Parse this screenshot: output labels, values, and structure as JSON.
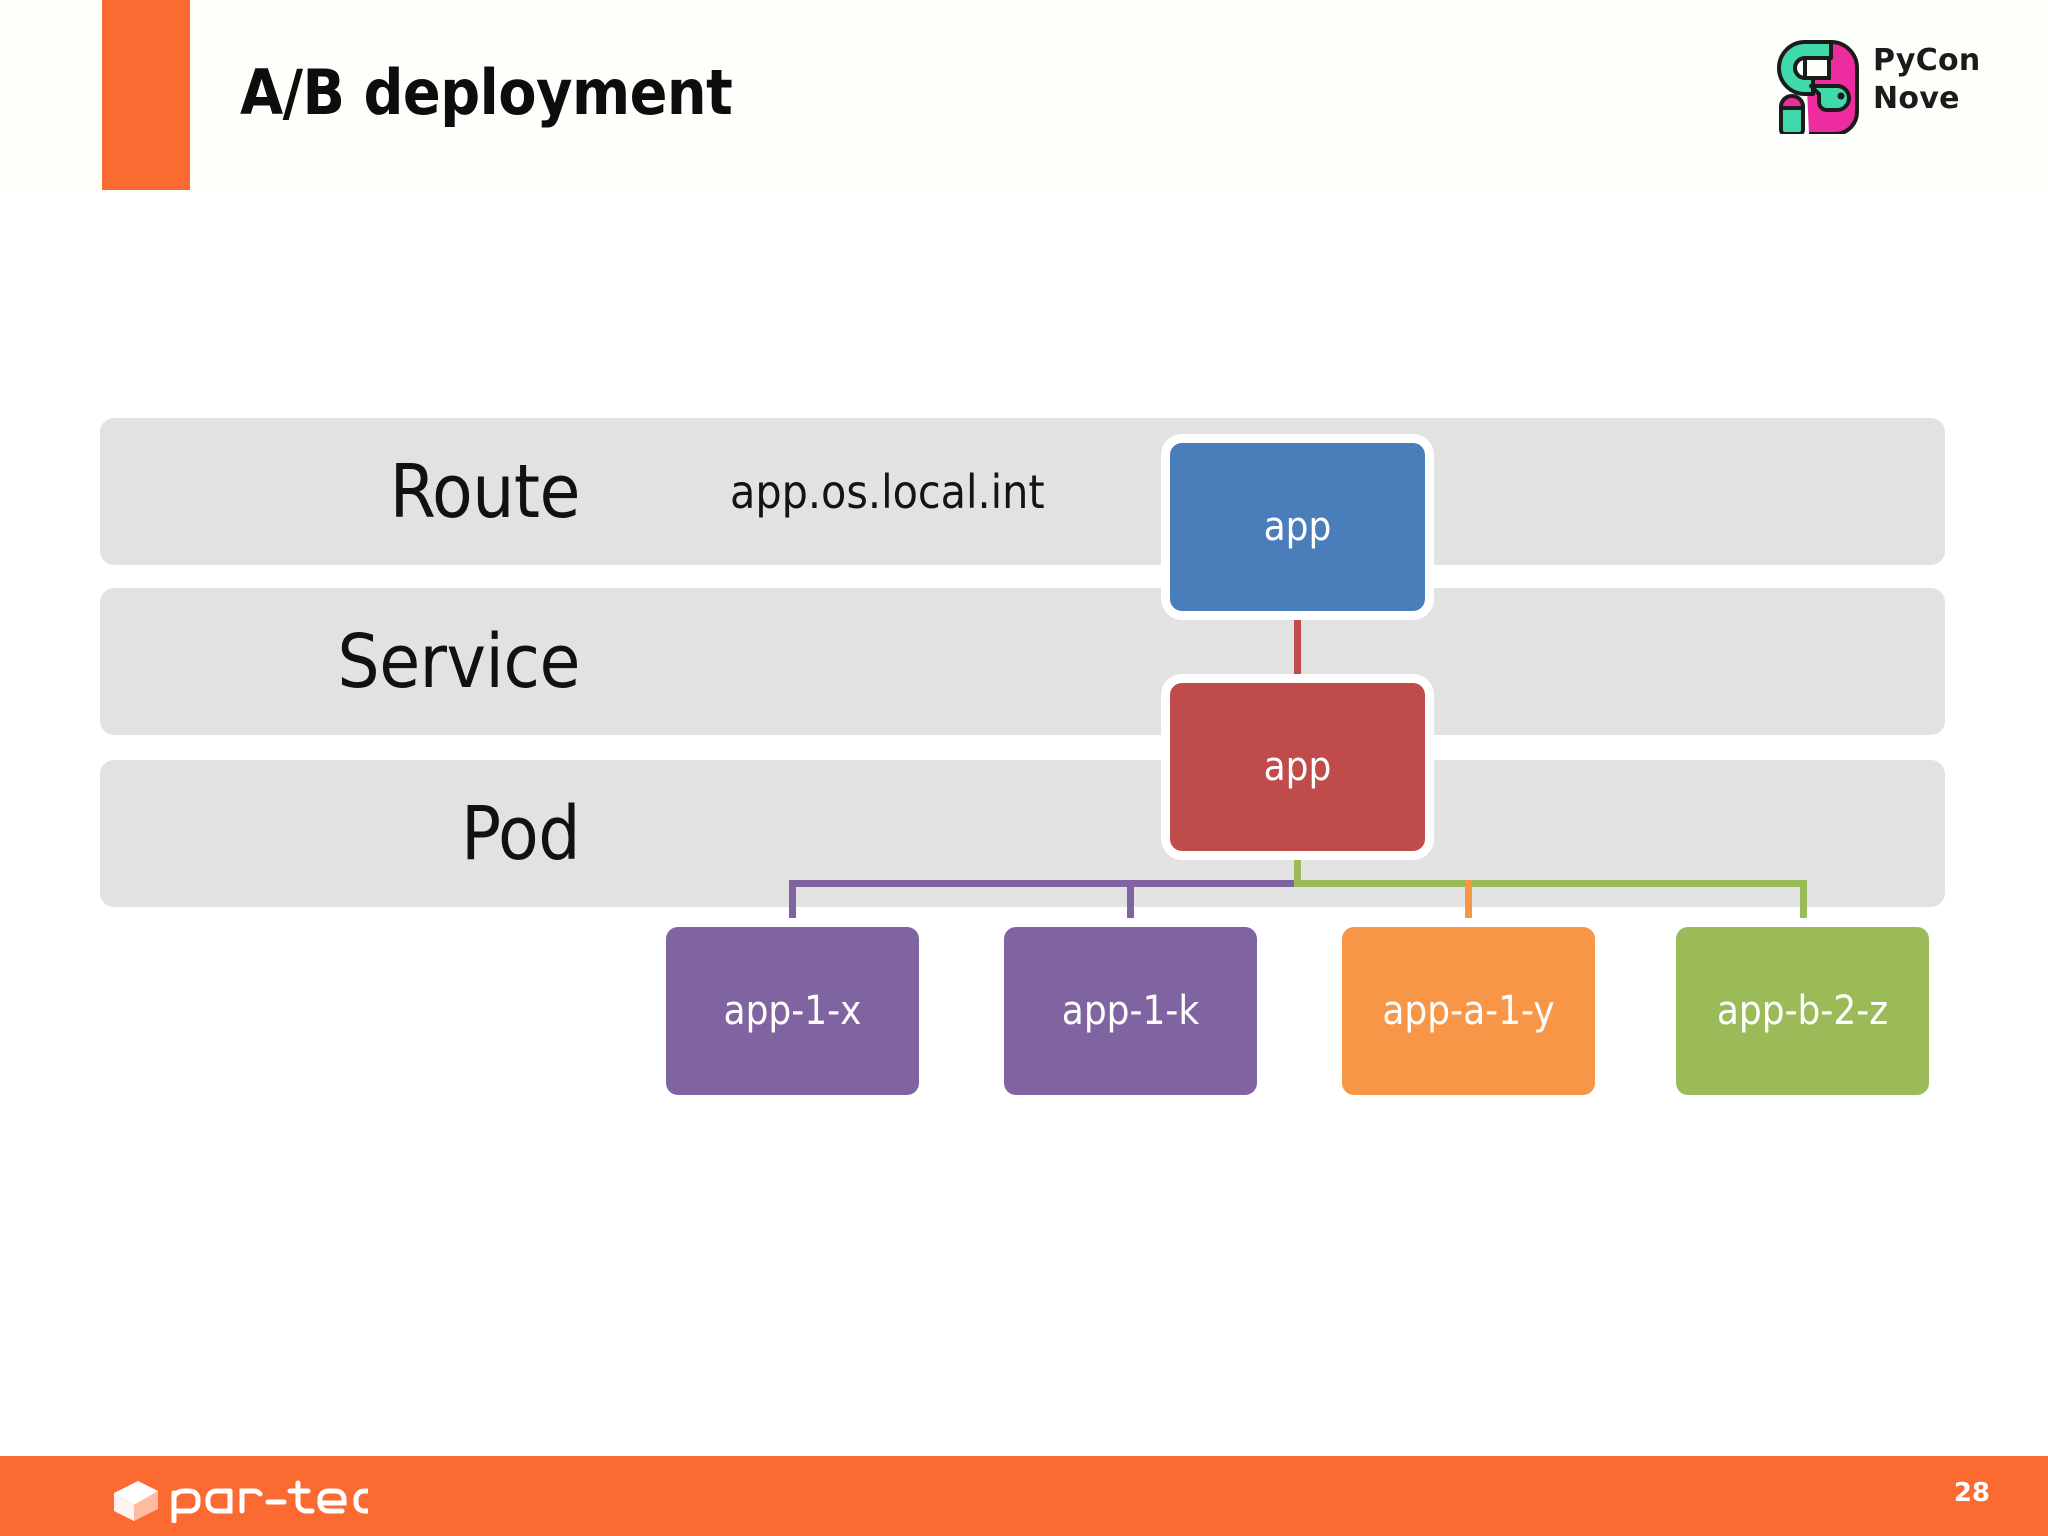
{
  "slide": {
    "title": "A/B deployment",
    "page_number": "28",
    "accent_color": "#fb6a31",
    "header_background": "#fcfffa"
  },
  "brand": {
    "conference_logo": {
      "icon": "pycon-nove-snake-icon",
      "line1": "PyCon",
      "line2": "Nove",
      "colors": {
        "teal": "#3fd9ac",
        "magenta": "#ef2ba0",
        "outline": "#1b1b1b"
      }
    },
    "company_logo": {
      "icon": "par-tec-cube-icon",
      "wordmark": "par-tec",
      "color": "#ffffff"
    }
  },
  "diagram": {
    "type": "layered-topology",
    "row_background": "#e2e2e2",
    "tiers": [
      {
        "id": "route",
        "label": "Route",
        "hostname": "app.os.local.int",
        "nodes": [
          {
            "id": "route-app",
            "label": "app",
            "color": "#4a7ebb"
          }
        ]
      },
      {
        "id": "service",
        "label": "Service",
        "nodes": [
          {
            "id": "service-app",
            "label": "app",
            "color": "#bf4b4b"
          }
        ]
      },
      {
        "id": "pod",
        "label": "Pod",
        "nodes": [
          {
            "id": "pod-1",
            "label": "app-1-x",
            "color": "#8064a2"
          },
          {
            "id": "pod-2",
            "label": "app-1-k",
            "color": "#8064a2"
          },
          {
            "id": "pod-3",
            "label": "app-a-1-y",
            "color": "#f79646"
          },
          {
            "id": "pod-4",
            "label": "app-b-2-z",
            "color": "#9bbb59"
          }
        ]
      }
    ],
    "connectors": [
      {
        "from": "route-app",
        "to": "service-app",
        "color": "#bf4b4b"
      },
      {
        "from": "service-app",
        "to": "pod-1",
        "color": "#8064a2"
      },
      {
        "from": "service-app",
        "to": "pod-2",
        "color": "#8064a2"
      },
      {
        "from": "service-app",
        "to": "pod-3",
        "color": "#f79646"
      },
      {
        "from": "service-app",
        "to": "pod-4",
        "color": "#9bbb59"
      }
    ]
  }
}
